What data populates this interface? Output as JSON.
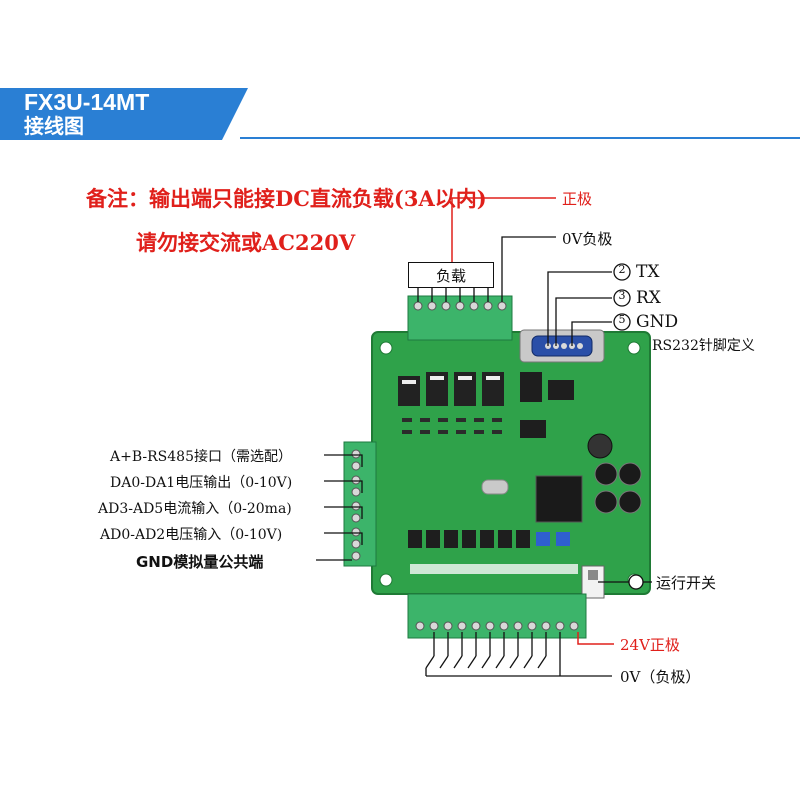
{
  "header": {
    "title": "FX3U-14MT",
    "subtitle": "接线图"
  },
  "notes": {
    "line1": "备注：输出端只能接DC直流负载(3A以内)",
    "line2": "请勿接交流或AC220V"
  },
  "labels": {
    "positive": "正极",
    "zero_v_negative": "0V负极",
    "load": "负载",
    "tx": "TX",
    "rx": "RX",
    "gnd": "GND",
    "rs232": "RS232针脚定义",
    "rs485": "A+B-RS485接口（需选配）",
    "da_out": "DA0-DA1电压输出（0-10V)",
    "ad_current": "AD3-AD5电流输入（0-20ma)",
    "ad_voltage": "AD0-AD2电压输入（0-10V)",
    "gnd_common": "GND模拟量公共端",
    "run_switch": "运行开关",
    "v24_positive": "24V正极",
    "zero_v_bottom": "0V（负极）"
  },
  "pins": {
    "tx": "2",
    "rx": "3",
    "gnd": "5"
  },
  "colors": {
    "header_blue": "#2a7fd4",
    "pcb_green": "#2fa24a",
    "terminal_green": "#3cb46a",
    "note_red": "#e0201b"
  }
}
